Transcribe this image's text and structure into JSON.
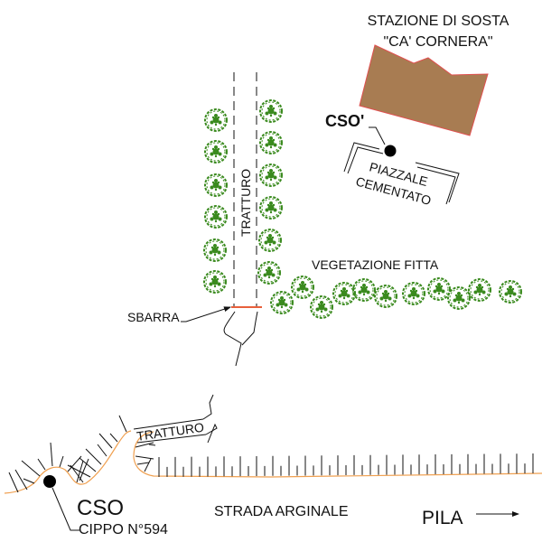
{
  "title_station": {
    "line1": "STAZIONE DI SOSTA",
    "line2": "\"CA' CORNERA\""
  },
  "labels": {
    "cso_prime": "CSO'",
    "piazzale_line1": "PIAZZALE",
    "piazzale_line2": "CEMENTATO",
    "tratturo_vertical": "TRATTURO",
    "tratturo_lower": "TRATTURO",
    "sbarra": "SBARRA",
    "vegetazione": "VEGETAZIONE FITTA",
    "cso": "CSO",
    "cippo": "CIPPO N°594",
    "strada": "STRADA ARGINALE",
    "pila": "PILA"
  },
  "colors": {
    "building_fill": "#a87c52",
    "building_edge": "#e05050",
    "tree": "#3a8a1e",
    "bank": "#f0a050",
    "barrier": "#e8603c",
    "ink": "#111111"
  },
  "icons": {
    "tree": "tree-symbol-icon",
    "marker": "survey-point-icon",
    "arrow": "arrow-right-icon"
  }
}
